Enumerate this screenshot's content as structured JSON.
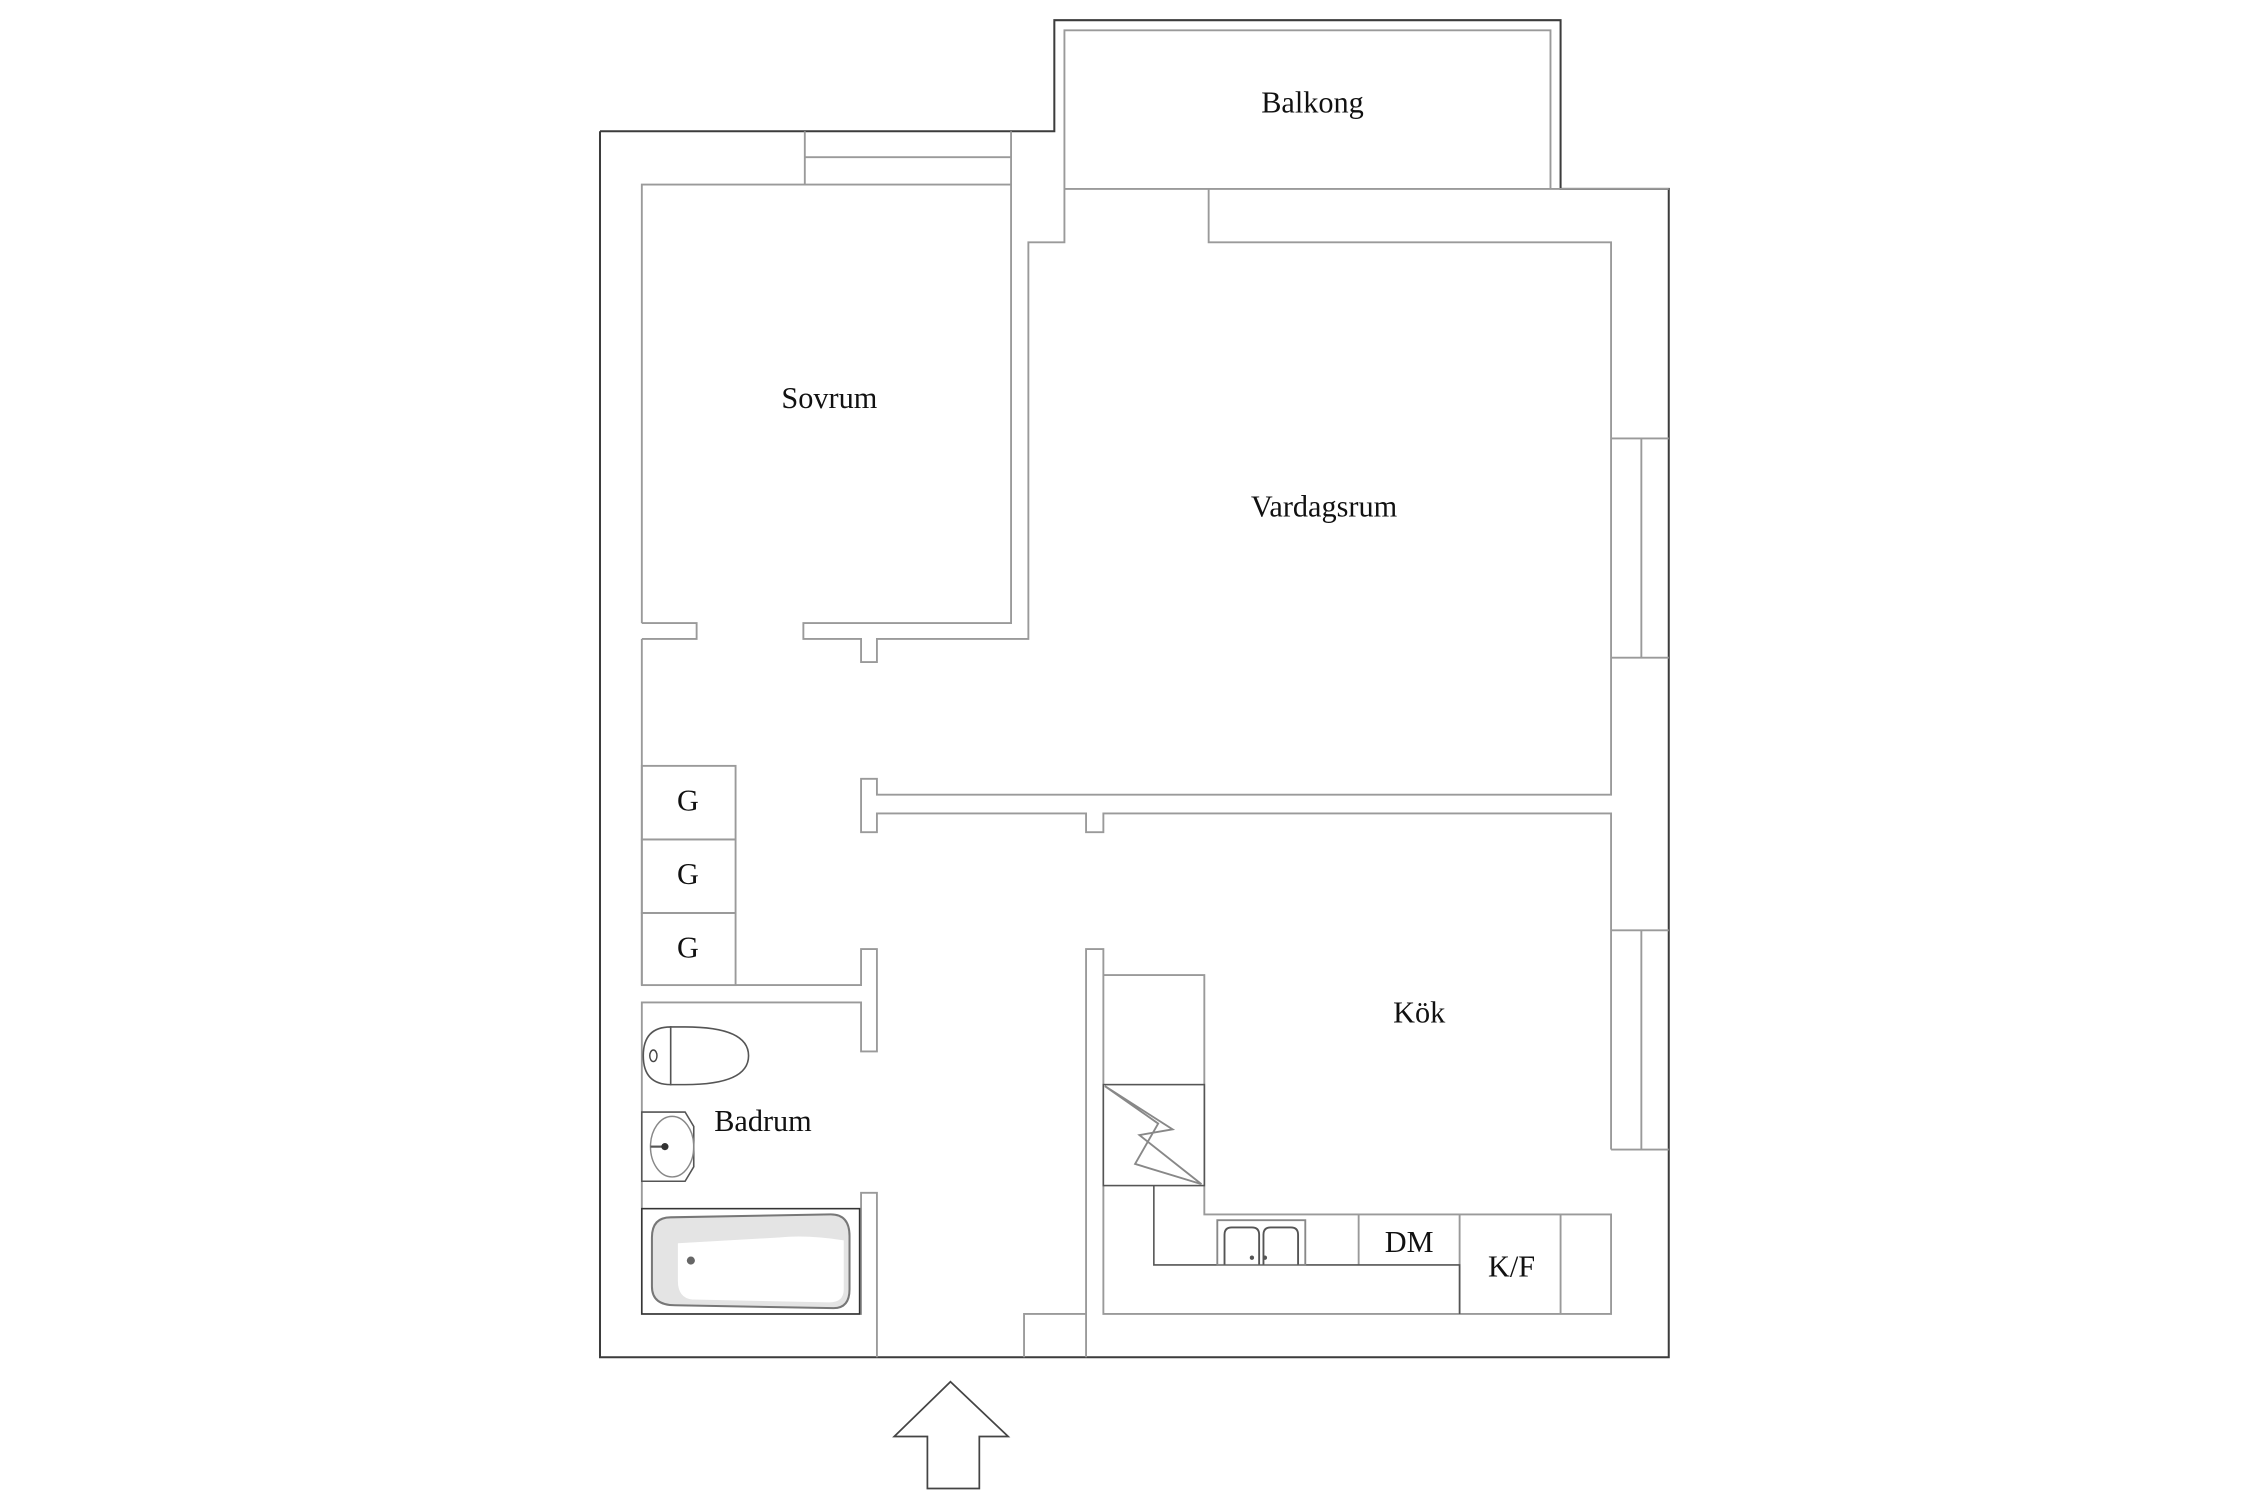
{
  "floorplan": {
    "rooms": {
      "balcony": "Balkong",
      "bedroom": "Sovrum",
      "living_room": "Vardagsrum",
      "kitchen": "Kök",
      "bathroom": "Badrum"
    },
    "closets": [
      "G",
      "G",
      "G"
    ],
    "appliances": {
      "dishwasher": "DM",
      "fridge_freezer": "K/F"
    },
    "icons": [
      "toilet-icon",
      "washbasin-icon",
      "bathtub-icon",
      "stove-icon",
      "sink-icon",
      "entrance-arrow-icon"
    ],
    "colors": {
      "wall_line": "#9a9a9a",
      "outer_wall": "#3c3c3c",
      "background": "#ffffff"
    }
  }
}
